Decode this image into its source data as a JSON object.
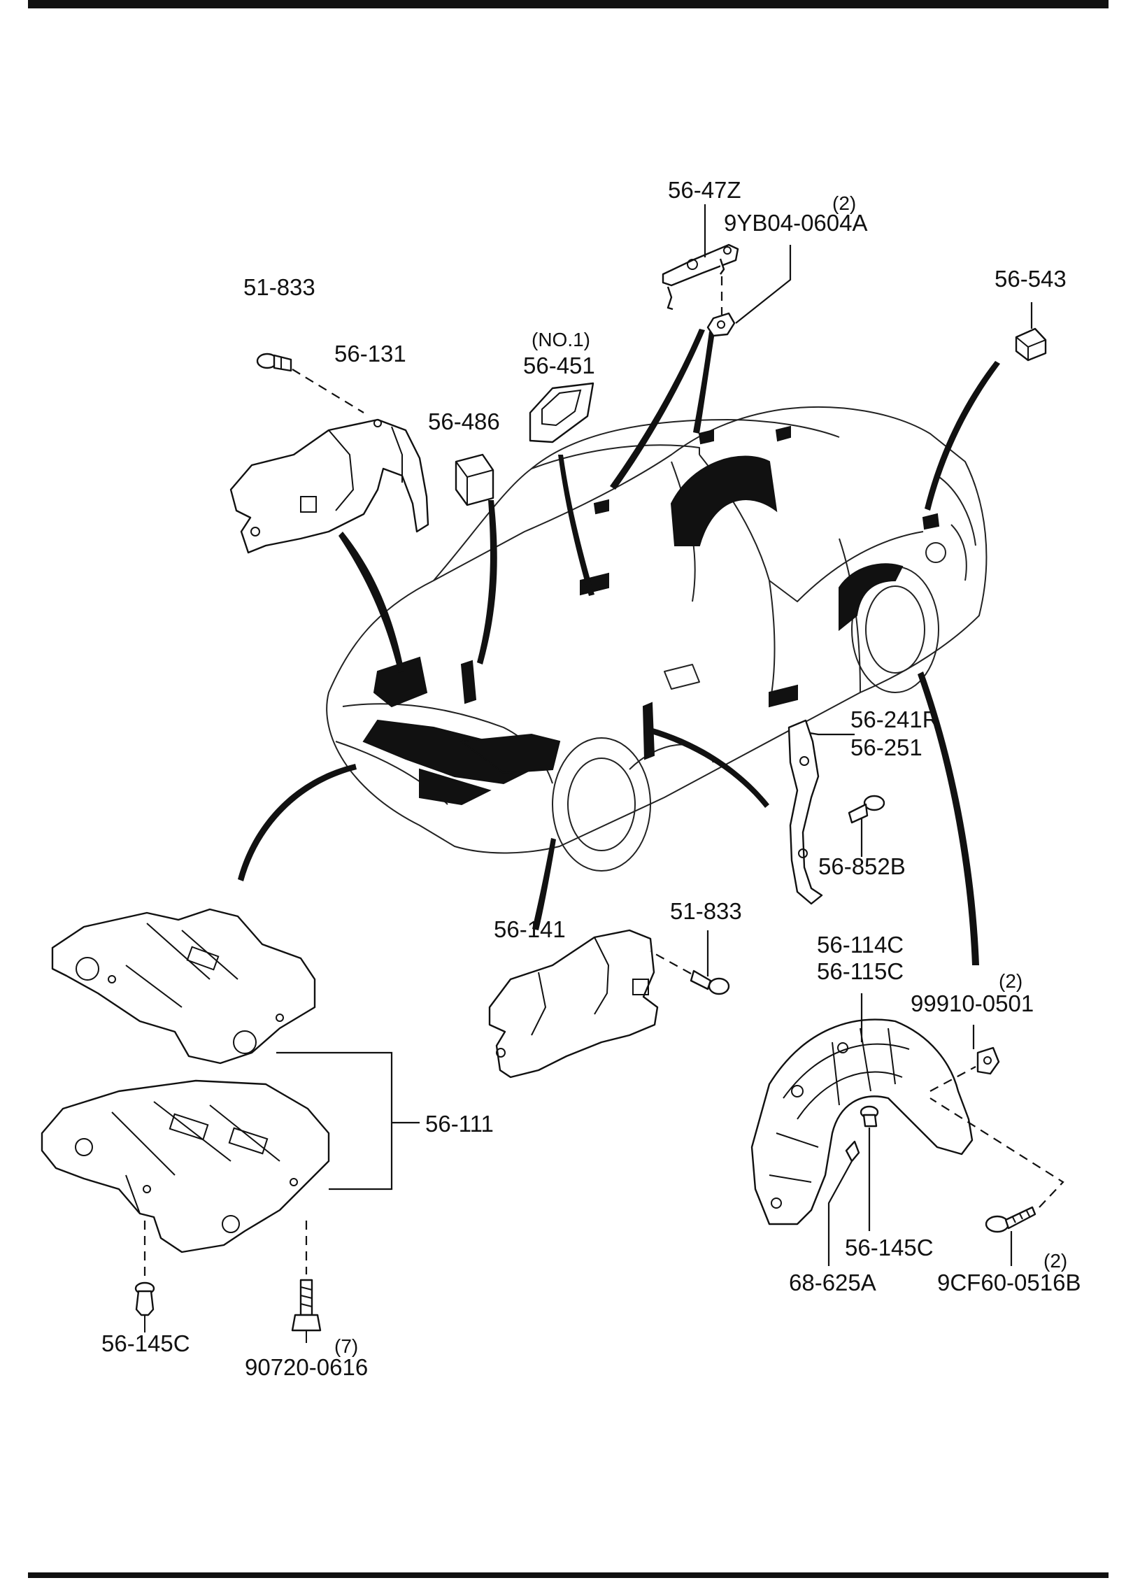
{
  "parts": {
    "p56_47z": "56-47Z",
    "p9yb04": "9YB04-0604A",
    "p9yb04_qty": "(2)",
    "p56_543": "56-543",
    "p51_833_top": "51-833",
    "p56_131": "56-131",
    "p56_451_note": "(NO.1)",
    "p56_451": "56-451",
    "p56_486": "56-486",
    "p56_241r": "56-241R",
    "p56_251": "56-251",
    "p56_852b": "56-852B",
    "p56_141": "56-141",
    "p51_833_mid": "51-833",
    "p56_114c": "56-114C",
    "p56_115c": "56-115C",
    "p99910": "99910-0501",
    "p99910_qty": "(2)",
    "p56_111": "56-111",
    "p56_145c_left": "56-145C",
    "p90720": "90720-0616",
    "p90720_qty": "(7)",
    "p56_145c_right": "56-145C",
    "p68_625a": "68-625A",
    "p9cf60": "9CF60-0516B",
    "p9cf60_qty": "(2)"
  }
}
